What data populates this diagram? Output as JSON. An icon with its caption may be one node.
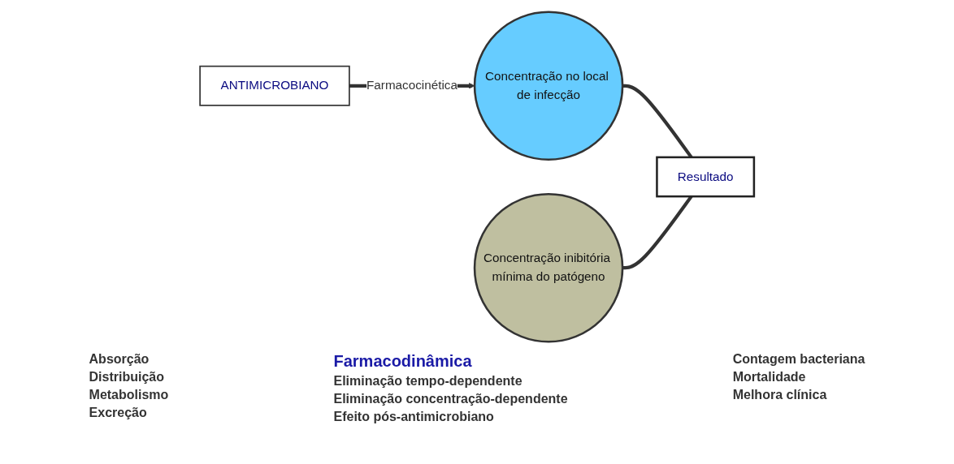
{
  "diagram": {
    "nodes": [
      {
        "text": [
          "ANTIMICROBIANO"
        ]
      },
      {
        "text": [
          "Concentração no local de infecção"
        ]
      },
      {
        "text": [
          "Concentração inibitória mínima do patógeno"
        ]
      },
      {
        "text": [
          "Resultado"
        ],
        "beside": [
          "Contagem bacteriana",
          "Mortalidade",
          "Melhora clínica"
        ]
      }
    ],
    "edges": [
      {
        "from": 0,
        "to": 1,
        "arrow": "to",
        "label": "Farmacocinética"
      },
      {
        "from": 1,
        "to": 3,
        "arrow": "none"
      },
      {
        "from": 2,
        "to": 3,
        "arrow": "none"
      }
    ],
    "labels": [
      "Absorção",
      "Distribuição",
      "Metabolismo",
      "Excreção",
      "Farmacodinâmica",
      "Eliminação tempo-dependente",
      "Eliminação concentração-dependente",
      "Efeito pós-antimicrobiano"
    ]
  }
}
